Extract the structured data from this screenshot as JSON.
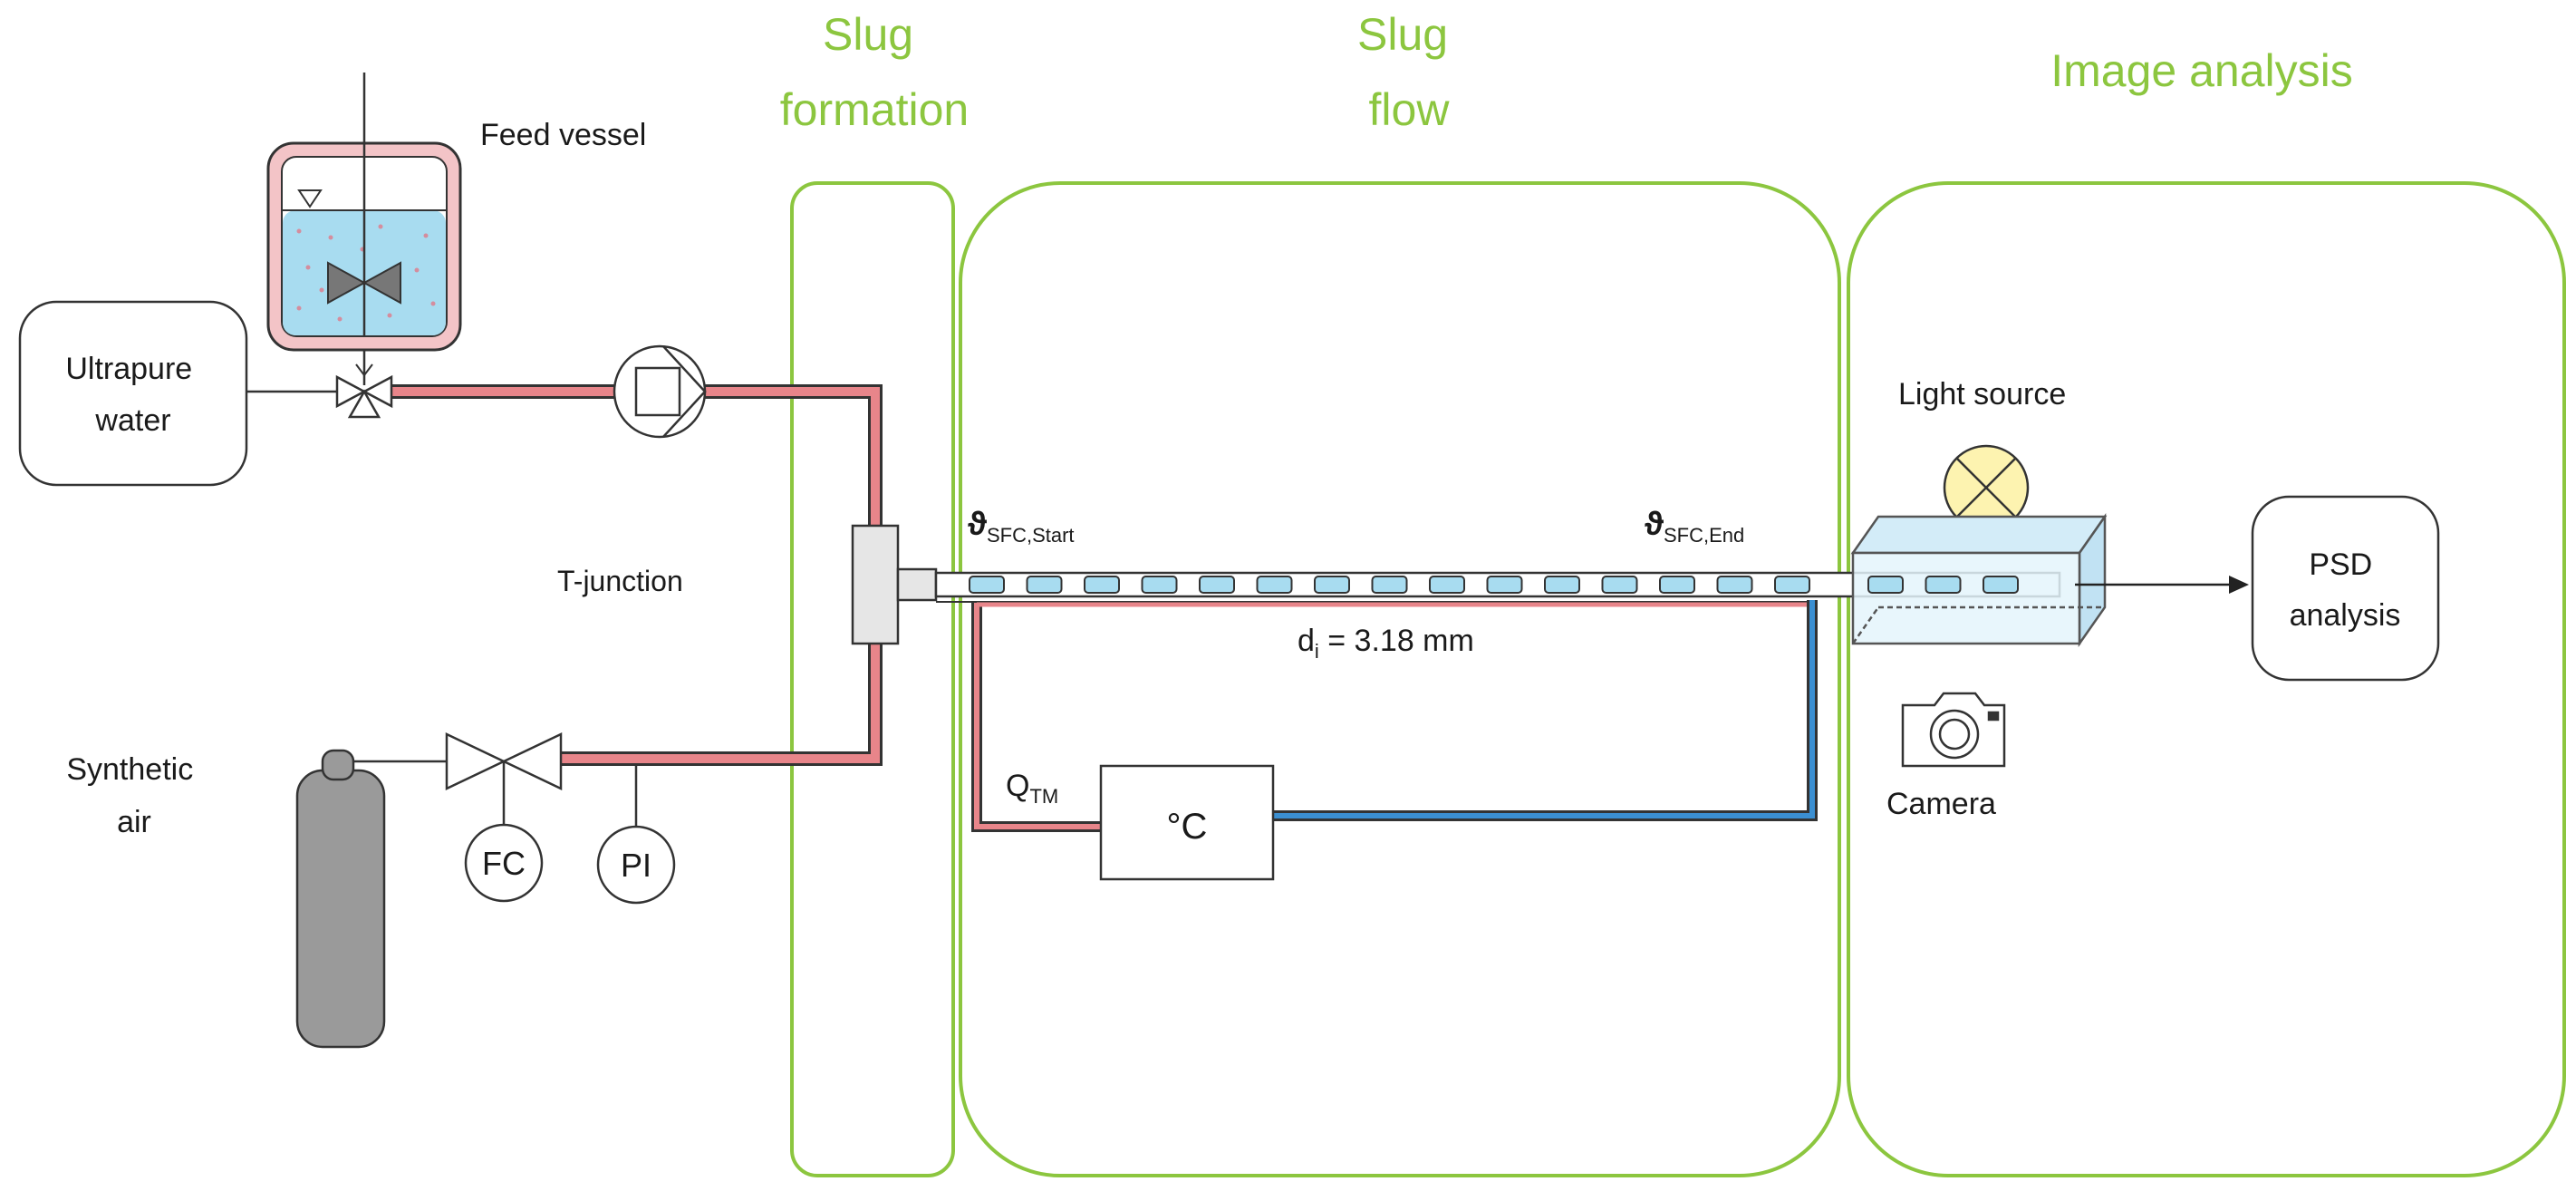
{
  "sections": {
    "slug_formation": [
      "Slug",
      "formation"
    ],
    "slug_flow": [
      "Slug",
      "flow"
    ],
    "image_analysis": "Image analysis"
  },
  "labels": {
    "feed_vessel": "Feed vessel",
    "ultrapure_water": [
      "Ultrapure",
      "water"
    ],
    "t_junction": "T-junction",
    "synthetic_air": [
      "Synthetic",
      "air"
    ],
    "flow_controller": "FC",
    "pressure_indicator": "PI",
    "temperature_start": {
      "main": "ϑ",
      "sub": "SFC,Start"
    },
    "temperature_end": {
      "main": "ϑ",
      "sub": "SFC,End"
    },
    "inner_diameter": {
      "main": "d",
      "sub": "i",
      "rest": " = 3.18 mm"
    },
    "thermostat_flow": {
      "main": "Q",
      "sub": "TM"
    },
    "thermostat_unit": "°C",
    "light_source": "Light source",
    "camera": "Camera",
    "psd_analysis": [
      "PSD",
      "analysis"
    ]
  },
  "colors": {
    "section_border": "#8cc63f",
    "hot_line": "#e8858a",
    "cold_line": "#3b8fd1",
    "liquid": "#a8dcf0",
    "cylinder": "#9a9a9a",
    "lamp": "#fdf3b0"
  }
}
